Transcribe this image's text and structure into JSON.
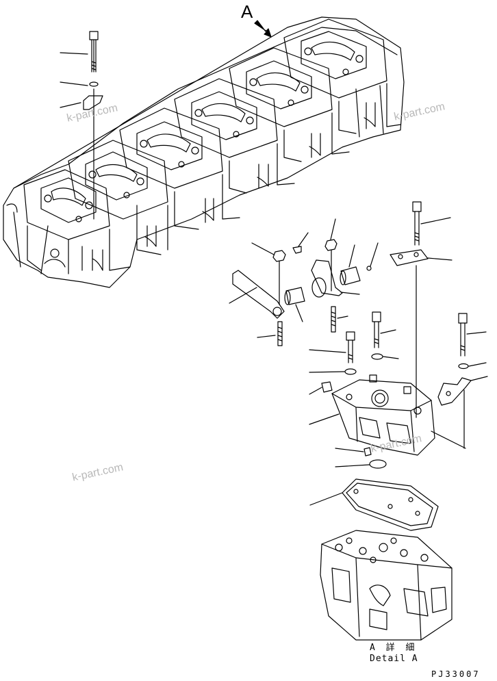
{
  "view_label": "A",
  "detail_label_jp": "A 詳 細",
  "detail_label_en": "Detail A",
  "drawing_code": "PJ33007",
  "watermarks": [
    "k-part.com",
    "k-part.com",
    "k-part.com",
    "k-part.com"
  ]
}
